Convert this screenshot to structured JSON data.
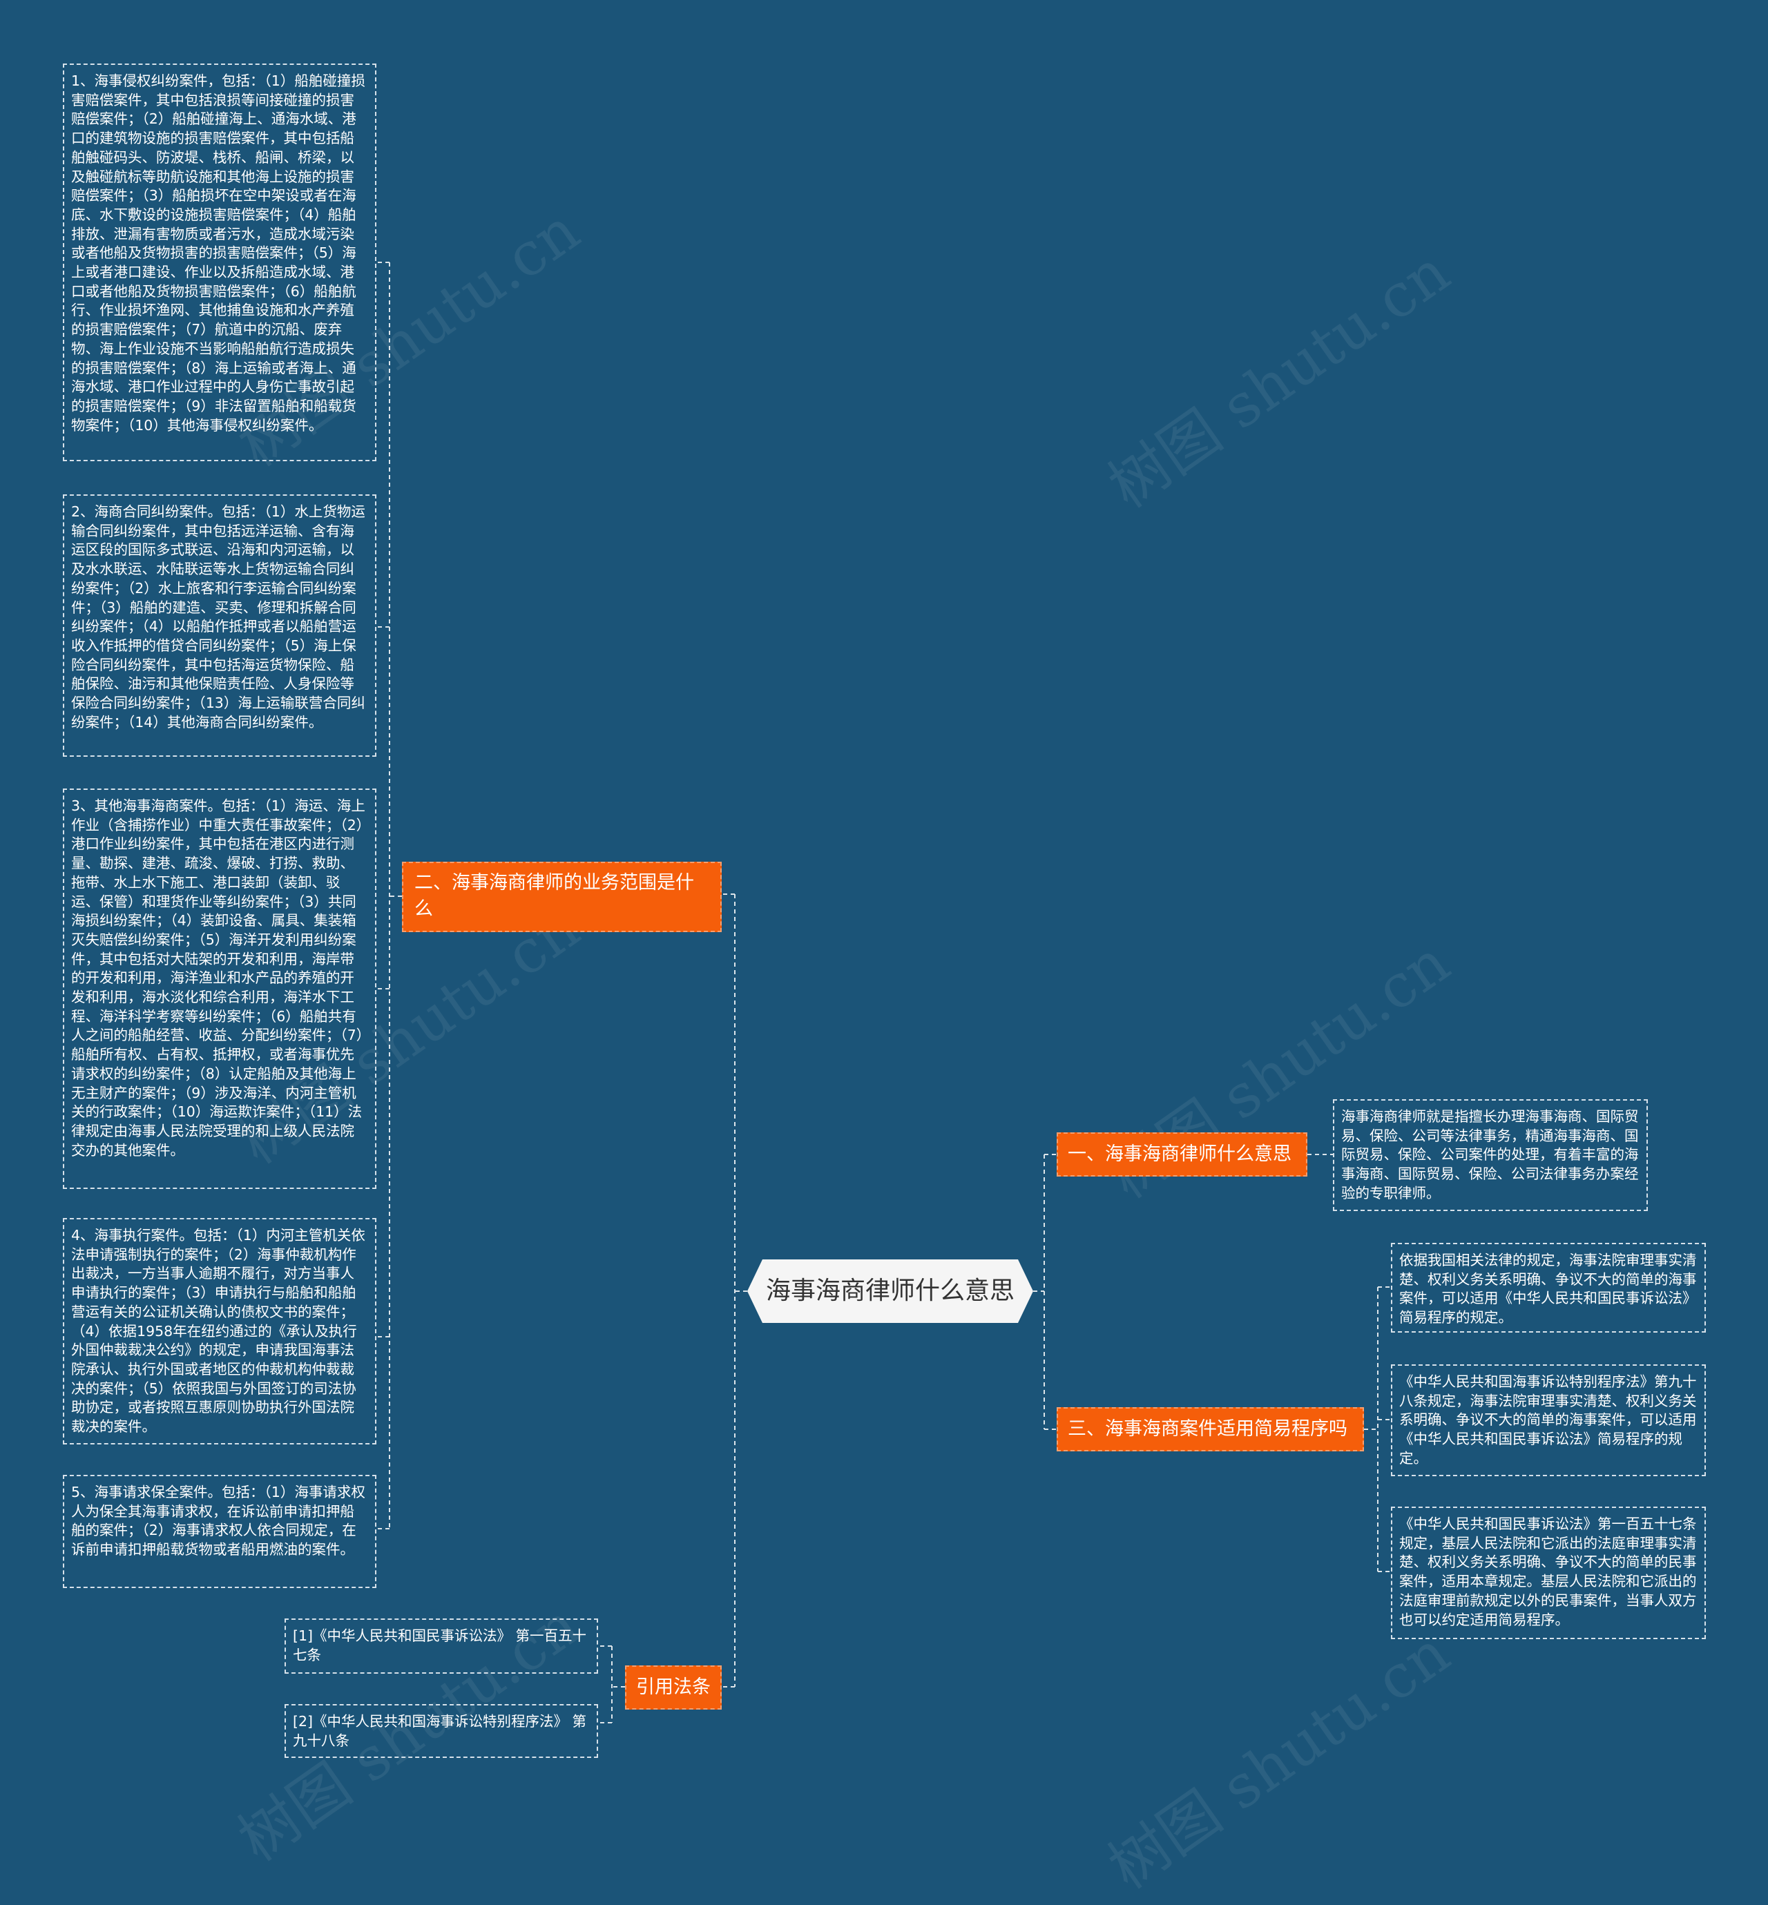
{
  "root": {
    "label": "海事海商律师什么意思"
  },
  "branches": {
    "b1": {
      "label": "一、海事海商律师什么意思",
      "leaves": [
        "海事海商律师就是指擅长办理海事海商、国际贸易、保险、公司等法律事务，精通海事海商、国际贸易、保险、公司案件的处理，有着丰富的海事海商、国际贸易、保险、公司法律事务办案经验的专职律师。"
      ]
    },
    "b2": {
      "label": "二、海事海商律师的业务范围是什么",
      "leaves": [
        "1、海事侵权纠纷案件，包括：（1）船舶碰撞损害赔偿案件，其中包括浪损等间接碰撞的损害赔偿案件；（2）船舶碰撞海上、通海水域、港口的建筑物设施的损害赔偿案件，其中包括船舶触碰码头、防波堤、栈桥、船闸、桥梁，以及触碰航标等助航设施和其他海上设施的损害赔偿案件；（3）船舶损坏在空中架设或者在海底、水下敷设的设施损害赔偿案件；（4）船舶排放、泄漏有害物质或者污水，造成水域污染或者他船及货物损害的损害赔偿案件；（5）海上或者港口建设、作业以及拆船造成水域、港口或者他船及货物损害赔偿案件；（6）船舶航行、作业损坏渔网、其他捕鱼设施和水产养殖的损害赔偿案件；（7）航道中的沉船、废弃物、海上作业设施不当影响船舶航行造成损失的损害赔偿案件；（8）海上运输或者海上、通海水域、港口作业过程中的人身伤亡事故引起的损害赔偿案件；（9）非法留置船舶和船载货物案件；（10）其他海事侵权纠纷案件。",
        "2、海商合同纠纷案件。包括：（1）水上货物运输合同纠纷案件，其中包括远洋运输、含有海运区段的国际多式联运、沿海和内河运输，以及水水联运、水陆联运等水上货物运输合同纠纷案件；（2）水上旅客和行李运输合同纠纷案件；（3）船舶的建造、买卖、修理和拆解合同纠纷案件；（4）以船舶作抵押或者以船舶营运收入作抵押的借贷合同纠纷案件；（5）海上保险合同纠纷案件，其中包括海运货物保险、船舶保险、油污和其他保赔责任险、人身保险等保险合同纠纷案件；（13）海上运输联营合同纠纷案件；（14）其他海商合同纠纷案件。",
        "3、其他海事海商案件。包括：（1）海运、海上作业（含捕捞作业）中重大责任事故案件；（2）港口作业纠纷案件，其中包括在港区内进行测量、勘探、建港、疏浚、爆破、打捞、救助、拖带、水上水下施工、港口装卸（装卸、驳运、保管）和理货作业等纠纷案件；（3）共同海损纠纷案件；（4）装卸设备、属具、集装箱灭失赔偿纠纷案件；（5）海洋开发利用纠纷案件，其中包括对大陆架的开发和利用，海岸带的开发和利用，海洋渔业和水产品的养殖的开发和利用，海水淡化和综合利用，海洋水下工程、海洋科学考察等纠纷案件；（6）船舶共有人之间的船舶经营、收益、分配纠纷案件；（7）船舶所有权、占有权、抵押权，或者海事优先请求权的纠纷案件；（8）认定船舶及其他海上无主财产的案件；（9）涉及海洋、内河主管机关的行政案件；（10）海运欺诈案件；（11）法律规定由海事人民法院受理的和上级人民法院交办的其他案件。",
        "4、海事执行案件。包括：（1）内河主管机关依法申请强制执行的案件；（2）海事仲裁机构作出裁决，一方当事人逾期不履行，对方当事人申请执行的案件；（3）申请执行与船舶和船舶营运有关的公证机关确认的债权文书的案件；（4）依据1958年在纽约通过的《承认及执行外国仲裁裁决公约》的规定，申请我国海事法院承认、执行外国或者地区的仲裁机构仲裁裁决的案件；（5）依照我国与外国签订的司法协助协定，或者按照互惠原则协助执行外国法院裁决的案件。",
        "5、海事请求保全案件。包括：（1）海事请求权人为保全其海事请求权，在诉讼前申请扣押船舶的案件；（2）海事请求权人依合同规定，在诉前申请扣押船载货物或者船用燃油的案件。"
      ]
    },
    "b3": {
      "label": "三、海事海商案件适用简易程序吗",
      "leaves": [
        "依据我国相关法律的规定，海事法院审理事实清楚、权利义务关系明确、争议不大的简单的海事案件，可以适用《中华人民共和国民事诉讼法》简易程序的规定。",
        "《中华人民共和国海事诉讼特别程序法》第九十八条规定，海事法院审理事实清楚、权利义务关系明确、争议不大的简单的海事案件，可以适用《中华人民共和国民事诉讼法》简易程序的规定。",
        "《中华人民共和国民事诉讼法》第一百五十七条规定，基层人民法院和它派出的法庭审理事实清楚、权利义务关系明确、争议不大的简单的民事案件，适用本章规定。基层人民法院和它派出的法庭审理前款规定以外的民事案件，当事人双方也可以约定适用简易程序。"
      ]
    },
    "b4": {
      "label": "引用法条",
      "leaves": [
        "[1]《中华人民共和国民事诉讼法》 第一百五十七条",
        "[2]《中华人民共和国海事诉讼特别程序法》 第九十八条"
      ]
    }
  },
  "watermark": "树图 shutu.cn",
  "colors": {
    "background": "#1b5478",
    "branch": "#f55e0a",
    "root": "#f5f5f5",
    "line": "#ffffff"
  }
}
